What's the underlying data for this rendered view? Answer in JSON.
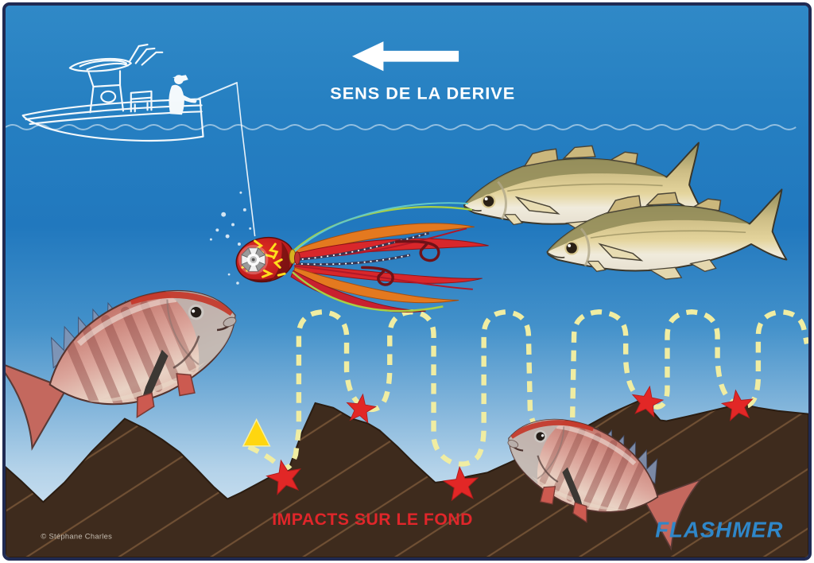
{
  "figure": {
    "drift_label": "SENS DE LA DERIVE",
    "impacts_label": "IMPACTS SUR LE FOND",
    "brand_logo": "FLASHMER",
    "credit": "© Stéphane Charles"
  },
  "icons": {
    "drift_arrow": "left-arrow",
    "impact_marker": "red-star",
    "touch_marker": "yellow-triangle"
  },
  "scene": {
    "drift_direction": "left",
    "impact_star_count": 5,
    "path_loop_count": 6,
    "seabass_count": 2,
    "seabream_count": 2
  },
  "palette": {
    "sea_top": "#2f86c5",
    "sea_mid": "#2178be",
    "sea_haze": "#b9d6ea",
    "seafloor_brown": "#3e2b1d",
    "seafloor_hatch": "#705034",
    "floor_edge": "#2a1c11",
    "dash_yellow": "#f0eda2",
    "star_red": "#e22726",
    "triangle_yellow": "#ffd60f",
    "impacts_text_red": "#e0262a",
    "brand_blue": "#2f87c9",
    "border_navy": "#202a52",
    "line_white": "#ffffff"
  }
}
